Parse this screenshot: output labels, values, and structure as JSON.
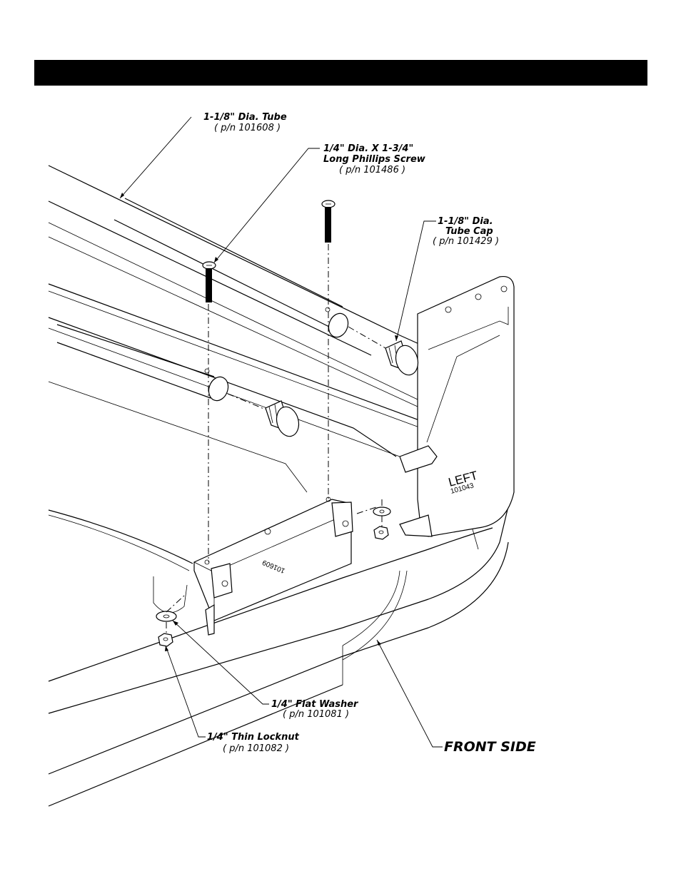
{
  "callouts": {
    "tube": {
      "name": "1-1/8\" Dia. Tube",
      "pn": "( p/n 101608 )"
    },
    "screw": {
      "name_line1": "1/4\" Dia. X 1-3/4\"",
      "name_line2": "Long Phillips Screw",
      "pn": "( p/n 101486 )"
    },
    "cap": {
      "name_line1": "1-1/8\" Dia.",
      "name_line2": "Tube Cap",
      "pn": "( p/n 101429 )"
    },
    "washer": {
      "name": "1/4\" Flat Washer",
      "pn": "( p/n 101081 )"
    },
    "locknut": {
      "name": "1/4\" Thin Locknut",
      "pn": "( p/n 101082 )"
    },
    "front_side": "FRONT SIDE"
  },
  "stamps": {
    "left_panel_label": "LEFT",
    "left_panel_pn": "101043",
    "bracket_pn": "101609"
  },
  "colors": {
    "header_bar": "#000000",
    "ink": "#000000",
    "paper": "#ffffff"
  }
}
